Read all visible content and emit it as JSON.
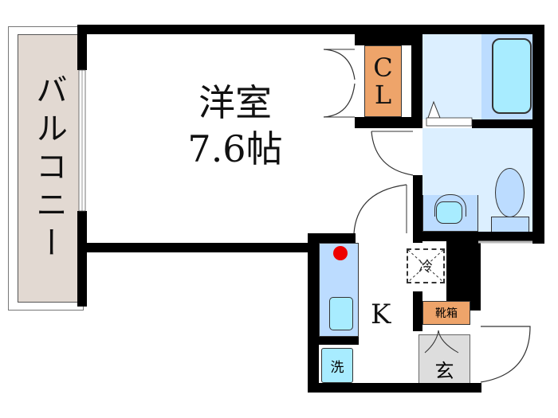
{
  "rooms": {
    "western_room": {
      "name": "洋室",
      "size": "7.6帖"
    },
    "closet": {
      "label_line1": "C",
      "label_line2": "L"
    },
    "balcony": {
      "label": "バルコニー"
    },
    "kitchen": {
      "label": "K"
    },
    "fridge": {
      "label": "冷"
    },
    "shoe_box": {
      "label": "靴箱"
    },
    "entrance": {
      "label": "玄"
    },
    "washer": {
      "label": "洗"
    }
  },
  "colors": {
    "wall": "#000000",
    "balcony_fill": "#e2d9d2",
    "closet_fill": "#eea46a",
    "wet_area_fill": "#dcefff",
    "fixture_fill": "#bcdcff",
    "water_fill": "#a8ecff",
    "stove_dot": "#ee0000",
    "entrance_fill": "#dddddd"
  }
}
